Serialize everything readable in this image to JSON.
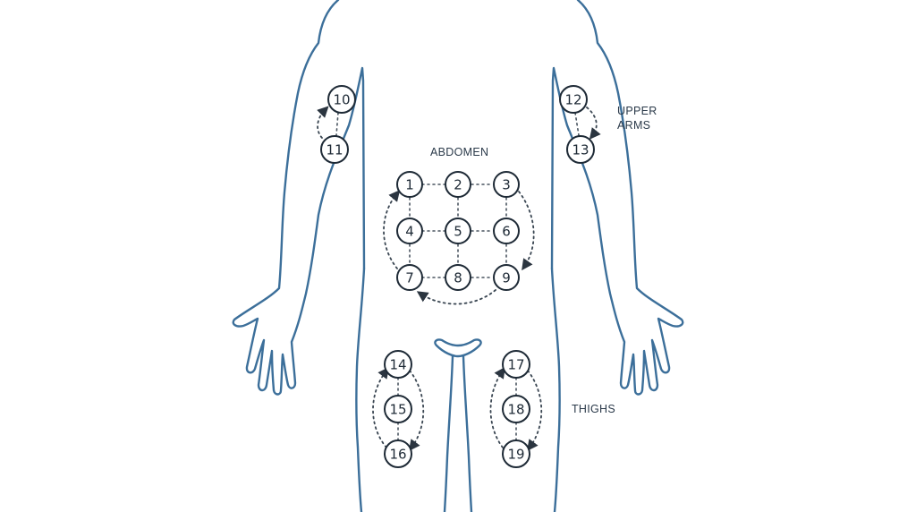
{
  "colors": {
    "outline": "#3c6f9a",
    "site_stroke": "#1e2a36",
    "background": "#ffffff"
  },
  "labels": {
    "abdomen": "ABDOMEN",
    "upper_arms_line1": "UPPER",
    "upper_arms_line2": "ARMS",
    "thighs": "THIGHS"
  },
  "sites": {
    "abdomen": [
      "1",
      "2",
      "3",
      "4",
      "5",
      "6",
      "7",
      "8",
      "9"
    ],
    "left_arm": [
      "10",
      "11"
    ],
    "right_arm": [
      "12",
      "13"
    ],
    "left_thigh": [
      "14",
      "15",
      "16"
    ],
    "right_thigh": [
      "17",
      "18",
      "19"
    ]
  }
}
